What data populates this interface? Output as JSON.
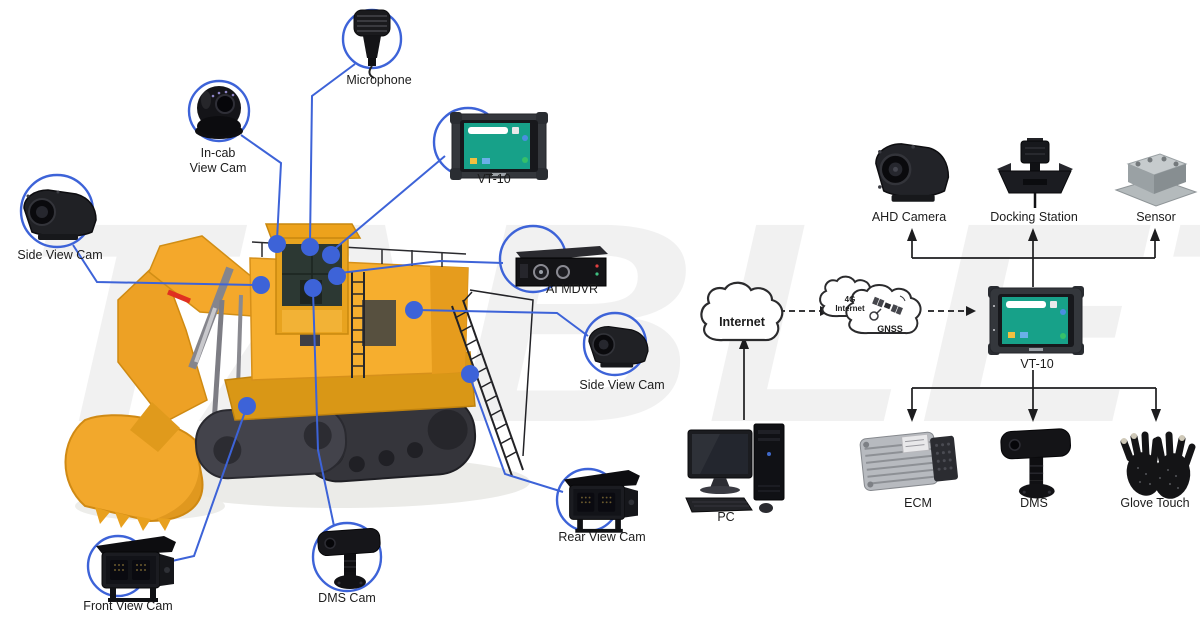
{
  "watermark": {
    "text": "TABLET"
  },
  "left_diagram": {
    "labels": {
      "microphone": "Microphone",
      "incab_line1": "In-cab",
      "incab_line2": "View Cam",
      "vt10": "VT-10",
      "ai_mdvr": "AI MDVR",
      "side_view_cam_left": "Side View Cam",
      "side_view_cam_right": "Side View Cam",
      "rear_view_cam": "Rear View Cam",
      "front_view_cam": "Front View Cam",
      "dms_cam": "DMS Cam"
    }
  },
  "right_diagram": {
    "clouds": {
      "internet": "Internet",
      "g4_line1": "4G",
      "g4_line2": "Internet",
      "gnss": "GNSS"
    },
    "top_row": {
      "ahd_camera": "AHD Camera",
      "docking_station": "Docking Station",
      "sensor": "Sensor"
    },
    "tablet": "VT-10",
    "pc": "PC",
    "bottom_row": {
      "ecm": "ECM",
      "dms": "DMS",
      "glove_touch": "Glove Touch"
    }
  },
  "colors": {
    "callout_blue": "#3d63d8",
    "diagram_line": "#1d1d1f",
    "tablet_screen_teal": "#17a189",
    "excavator_yellow": "#f6ae2e"
  }
}
